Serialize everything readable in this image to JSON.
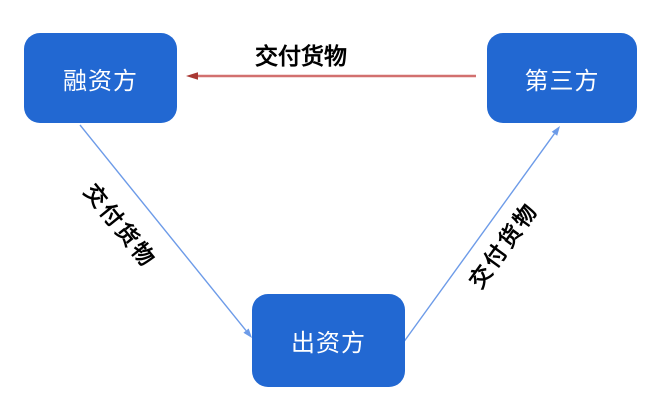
{
  "diagram": {
    "nodes": [
      {
        "id": "financing-party",
        "label": "融资方"
      },
      {
        "id": "third-party",
        "label": "第三方"
      },
      {
        "id": "funding-party",
        "label": "出资方"
      }
    ],
    "edges": [
      {
        "from": "第三方",
        "to": "融资方",
        "label": "交付货物",
        "direction": "right-to-left",
        "style": "red-solid"
      },
      {
        "from": "融资方",
        "to": "出资方",
        "label": "交付货物",
        "direction": "top-left-to-bottom-center",
        "style": "blue-solid"
      },
      {
        "from": "出资方",
        "to": "第三方",
        "label": "交付货物",
        "direction": "bottom-center-to-top-right",
        "style": "blue-solid"
      }
    ],
    "colors": {
      "background": "#FFFFFF",
      "node_fill": "#2268D2",
      "node_text": "#FFFFFF",
      "red_arrow_line": "#D2706F",
      "red_arrow_head": "#A93833",
      "blue_arrow": "#6D9BE8",
      "edge_label_text": "#000000"
    }
  }
}
